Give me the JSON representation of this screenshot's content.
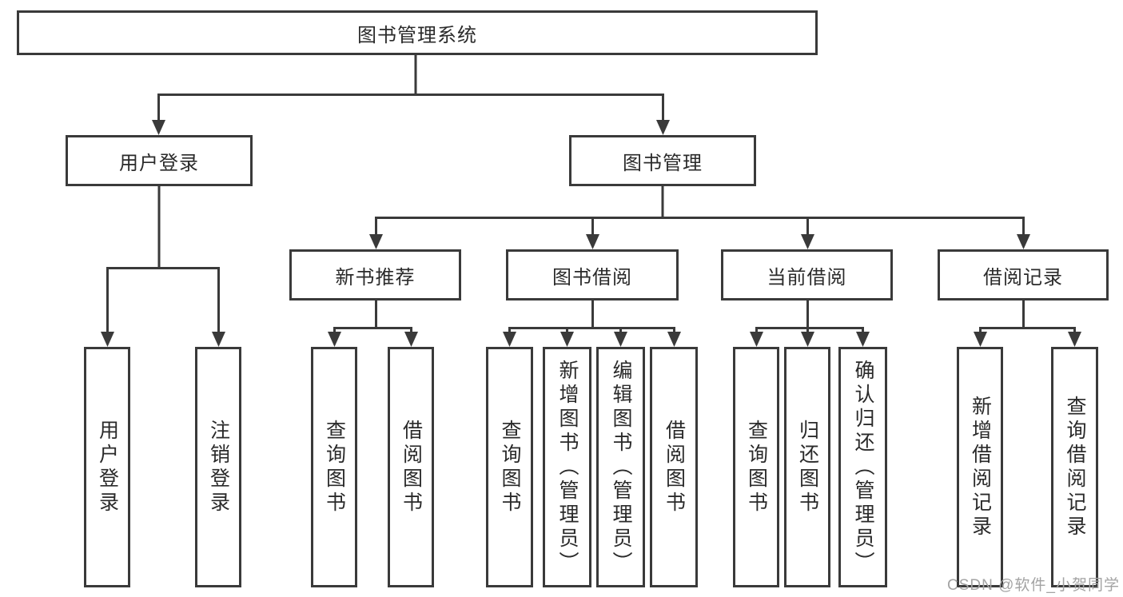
{
  "diagram": {
    "type": "tree-structure-diagram",
    "nodes": {
      "root": {
        "label": "图书管理系统"
      },
      "user_login": {
        "label": "用户登录"
      },
      "book_mgmt": {
        "label": "图书管理"
      },
      "new_book_rec": {
        "label": "新书推荐"
      },
      "book_borrow": {
        "label": "图书借阅"
      },
      "current_borrow": {
        "label": "当前借阅"
      },
      "borrow_record": {
        "label": "借阅记录"
      },
      "ul_user_login": {
        "label": "用户登录"
      },
      "ul_logout": {
        "label": "注销登录"
      },
      "nb_query_book": {
        "label": "查询图书"
      },
      "nb_borrow_book": {
        "label": "借阅图书"
      },
      "bb_query_book": {
        "label": "查询图书"
      },
      "bb_add_book_admin": {
        "label": "新增图书（管理员）"
      },
      "bb_edit_book_admin": {
        "label": "编辑图书（管理员）"
      },
      "bb_borrow_book": {
        "label": "借阅图书"
      },
      "cb_query_book": {
        "label": "查询图书"
      },
      "cb_return_book": {
        "label": "归还图书"
      },
      "cb_confirm_return_admin": {
        "label": "确认归还（管理员）"
      },
      "br_add_record": {
        "label": "新增借阅记录"
      },
      "br_query_record": {
        "label": "查询借阅记录"
      }
    },
    "edges": [
      [
        "root",
        "user_login"
      ],
      [
        "root",
        "book_mgmt"
      ],
      [
        "user_login",
        "ul_user_login"
      ],
      [
        "user_login",
        "ul_logout"
      ],
      [
        "book_mgmt",
        "new_book_rec"
      ],
      [
        "book_mgmt",
        "book_borrow"
      ],
      [
        "book_mgmt",
        "current_borrow"
      ],
      [
        "book_mgmt",
        "borrow_record"
      ],
      [
        "new_book_rec",
        "nb_query_book"
      ],
      [
        "new_book_rec",
        "nb_borrow_book"
      ],
      [
        "book_borrow",
        "bb_query_book"
      ],
      [
        "book_borrow",
        "bb_add_book_admin"
      ],
      [
        "book_borrow",
        "bb_edit_book_admin"
      ],
      [
        "book_borrow",
        "bb_borrow_book"
      ],
      [
        "current_borrow",
        "cb_query_book"
      ],
      [
        "current_borrow",
        "cb_return_book"
      ],
      [
        "current_borrow",
        "cb_confirm_return_admin"
      ],
      [
        "borrow_record",
        "br_add_record"
      ],
      [
        "borrow_record",
        "br_query_record"
      ]
    ]
  },
  "watermark": {
    "text": "CSDN @软件_小贺同学"
  },
  "colors": {
    "line": "#3a3a3a",
    "text": "#2a2a2a",
    "background": "#ffffff",
    "watermark": "#a3a3a3"
  }
}
